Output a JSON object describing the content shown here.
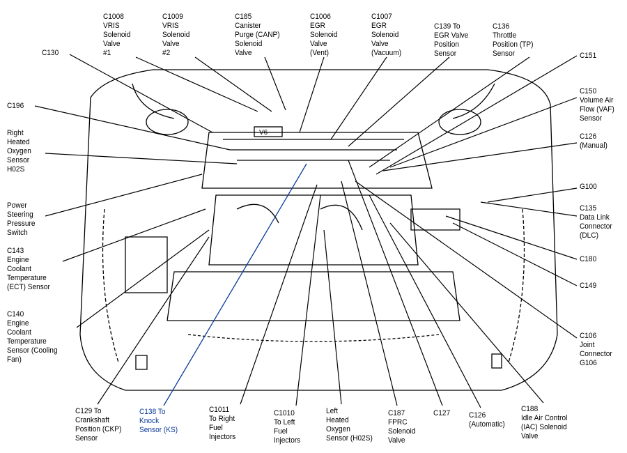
{
  "labels": {
    "c1008": "C1008\nVRIS\nSolenoid\nValve\n#1",
    "c1009": "C1009\nVRIS\nSolenoid\nValve\n#2",
    "c185": "C185\nCanister\nPurge (CANP)\nSolenoid\nValve",
    "c1006": "C1006\nEGR\nSolenoid\nValve\n(Vent)",
    "c1007": "C1007\nEGR\nSolenoid\nValve\n(Vacuum)",
    "c139": "C139 To\nEGR Valve\nPosition\nSensor",
    "c136": "C136\nThrottle\nPosition (TP)\nSensor",
    "c130": "C130",
    "c151": "C151",
    "c150": "C150\nVolume Air\nFlow (VAF)\nSensor",
    "c126m": "C126\n(Manual)",
    "g100": "G100",
    "c135": "C135\nData Link\nConnector\n(DLC)",
    "c180": "C180",
    "c149": "C149",
    "c106": "C106\nJoint\nConnector\nG106",
    "c196": "C196",
    "rho2s": "Right\nHeated\nOxygen\nSensor\nH02S",
    "psps": "Power\nSteering\nPressure\nSwitch",
    "c143": "C143\nEngine\nCoolant\nTemperature\n(ECT) Sensor",
    "c140": "C140\nEngine\nCoolant\nTemperature\nSensor (Cooling\nFan)",
    "c129": "C129 To\nCrankshaft\nPosition (CKP)\nSensor",
    "c138": "C138 To\nKnock\nSensor (KS)",
    "c1011": "C1011\nTo Right\nFuel\nInjectors",
    "c1010": "C1010\nTo Left\nFuel\nInjectors",
    "lho2s": "Left\nHeated\nOxygen\nSensor (H02S)",
    "c187": "C187\nFPRC\nSolenoid\nValve",
    "c127": "C127",
    "c126a": "C126\n(Automatic)",
    "c188": "C188\nIdle Air Control\n(IAC) Solenoid\nValve"
  },
  "engine_badge": "V6",
  "colors": {
    "line": "#000000",
    "highlight": "#0a3a9a"
  }
}
